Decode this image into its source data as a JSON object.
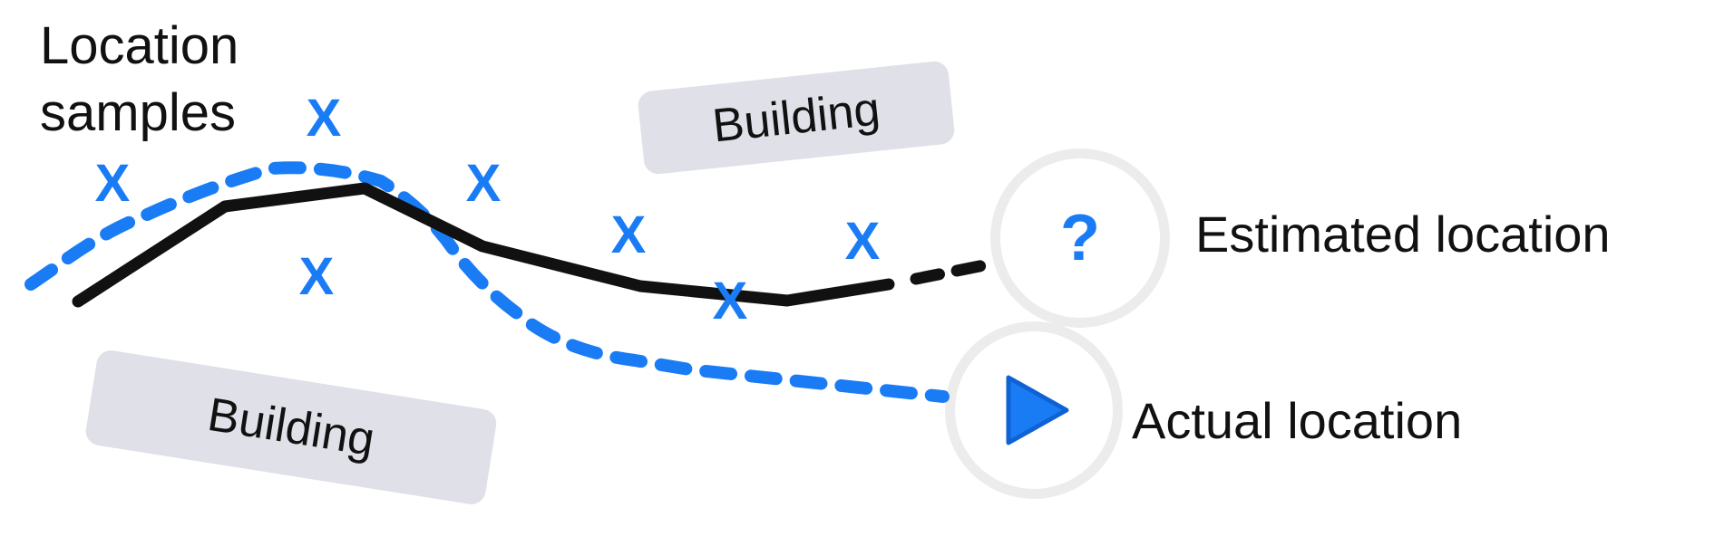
{
  "labels": {
    "samples_line1": "Location",
    "samples_line2": "samples",
    "estimated": "Estimated location",
    "actual": "Actual location",
    "building_top": "Building",
    "building_bottom": "Building",
    "estimated_glyph": "?",
    "sample_glyph": "X"
  },
  "icons": {
    "estimated": "question-mark-icon",
    "actual": "play-arrow-icon"
  },
  "colors": {
    "estimated_path": "#111111",
    "actual_path": "#1a7cf5",
    "samples": "#1a7cf5",
    "building_fill": "#dfe0e8",
    "marker_ring": "#ececec"
  }
}
